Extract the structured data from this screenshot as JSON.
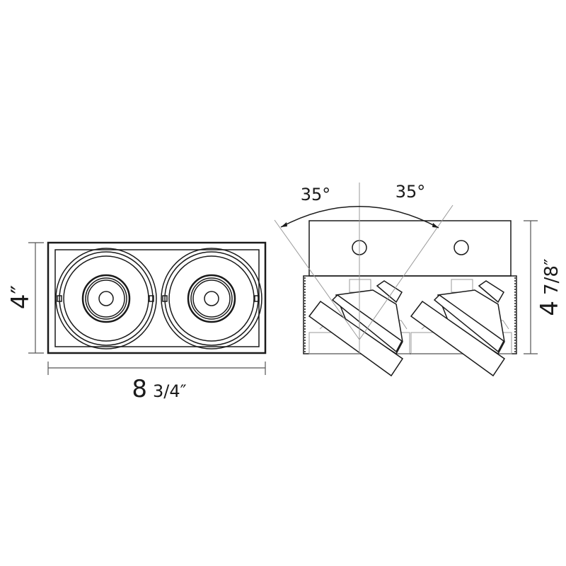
{
  "top_view": {
    "height_label": "4″",
    "width_label_whole": "8",
    "width_label_fraction": "3/4″"
  },
  "side_view": {
    "tilt_left_label": "35°",
    "tilt_right_label": "35°",
    "height_label_whole": "4",
    "height_label_fraction": "7/8″"
  }
}
